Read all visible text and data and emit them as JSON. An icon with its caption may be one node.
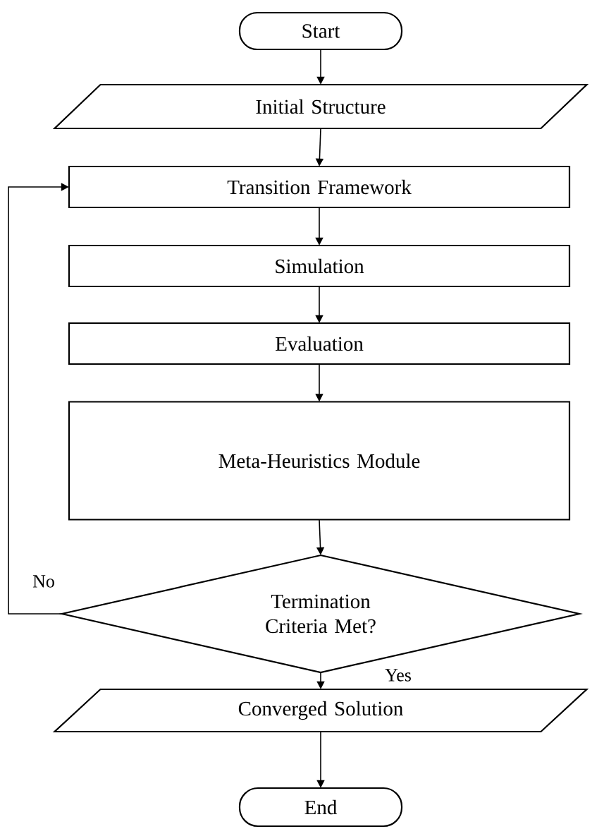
{
  "diagram": {
    "nodes": [
      {
        "text": [
          "Start"
        ]
      },
      {
        "text": [
          "Initial Structure"
        ]
      },
      {
        "text": [
          "Transition Framework"
        ]
      },
      {
        "text": [
          "Simulation"
        ]
      },
      {
        "text": [
          "Evaluation"
        ]
      },
      {
        "text": [
          "Meta-Heuristics Module"
        ]
      },
      {
        "text": [
          "Termination Criteria Met?"
        ]
      },
      {
        "text": [
          "Converged Solution"
        ]
      },
      {
        "text": [
          "End"
        ]
      }
    ],
    "edges": [
      {
        "from": 0,
        "to": 1,
        "arrow": "to"
      },
      {
        "from": 1,
        "to": 2,
        "arrow": "to"
      },
      {
        "from": 2,
        "to": 3,
        "arrow": "to"
      },
      {
        "from": 3,
        "to": 4,
        "arrow": "to"
      },
      {
        "from": 4,
        "to": 5,
        "arrow": "to"
      },
      {
        "from": 5,
        "to": 6,
        "arrow": "to"
      },
      {
        "from": 6,
        "to": 7,
        "arrow": "to",
        "label": "Yes"
      },
      {
        "from": 7,
        "to": 8,
        "arrow": "to"
      },
      {
        "from": 6,
        "to": 2,
        "arrow": "to",
        "label": "No"
      }
    ]
  }
}
